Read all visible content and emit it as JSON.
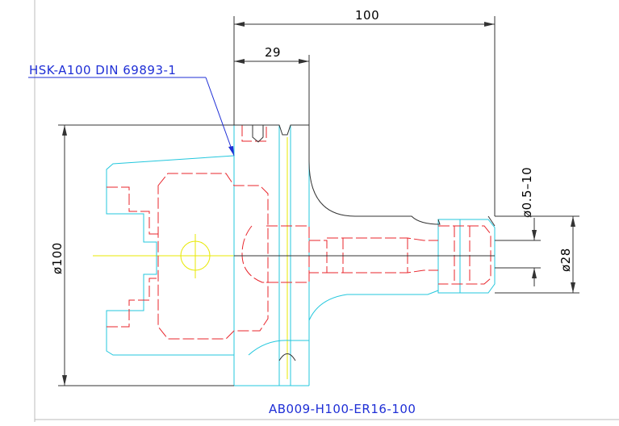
{
  "drawing": {
    "part_number": "AB009-H100-ER16-100",
    "callout": "HSK-A100 DIN 69893-1"
  },
  "dimensions": {
    "overall_length": "100",
    "flange_length": "29",
    "flange_diameter": "ø100",
    "clamping_range": "ø0.5–10",
    "nut_diameter": "ø28"
  },
  "colors": {
    "outline": "#000000",
    "cyan": "#23c7dd",
    "red": "#e8242b",
    "centerline": "#e8e800",
    "callout": "#1f2fd6"
  }
}
